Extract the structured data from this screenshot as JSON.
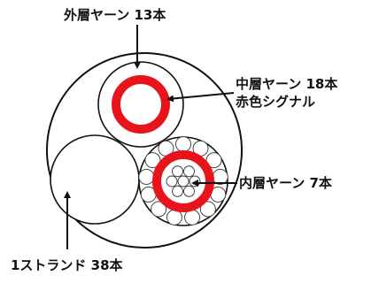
{
  "labels": {
    "outer_yarn": "外層ヤーン 13本",
    "middle_yarn": "中層ヤーン 18本",
    "middle_yarn_note": "赤色シグナル",
    "inner_yarn": "内層ヤーン 7本",
    "strand": "1ストランド 38本"
  },
  "colors": {
    "signal_red": "#e8141c",
    "line": "#111111",
    "yarn_fill": "#ffffff"
  }
}
